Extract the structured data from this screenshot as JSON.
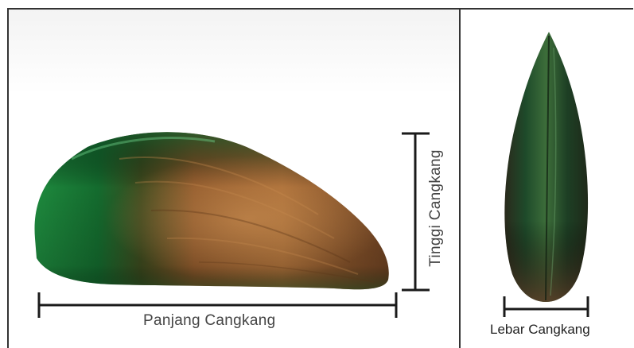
{
  "labels": {
    "length": "Panjang Cangkang",
    "height": "Tinggi Cangkang",
    "width": "Lebar Cangkang"
  },
  "colors": {
    "shell_green": "#1f7a3a",
    "shell_brown": "#8a5a2e",
    "line": "#1a1a1a",
    "text": "#444444"
  }
}
